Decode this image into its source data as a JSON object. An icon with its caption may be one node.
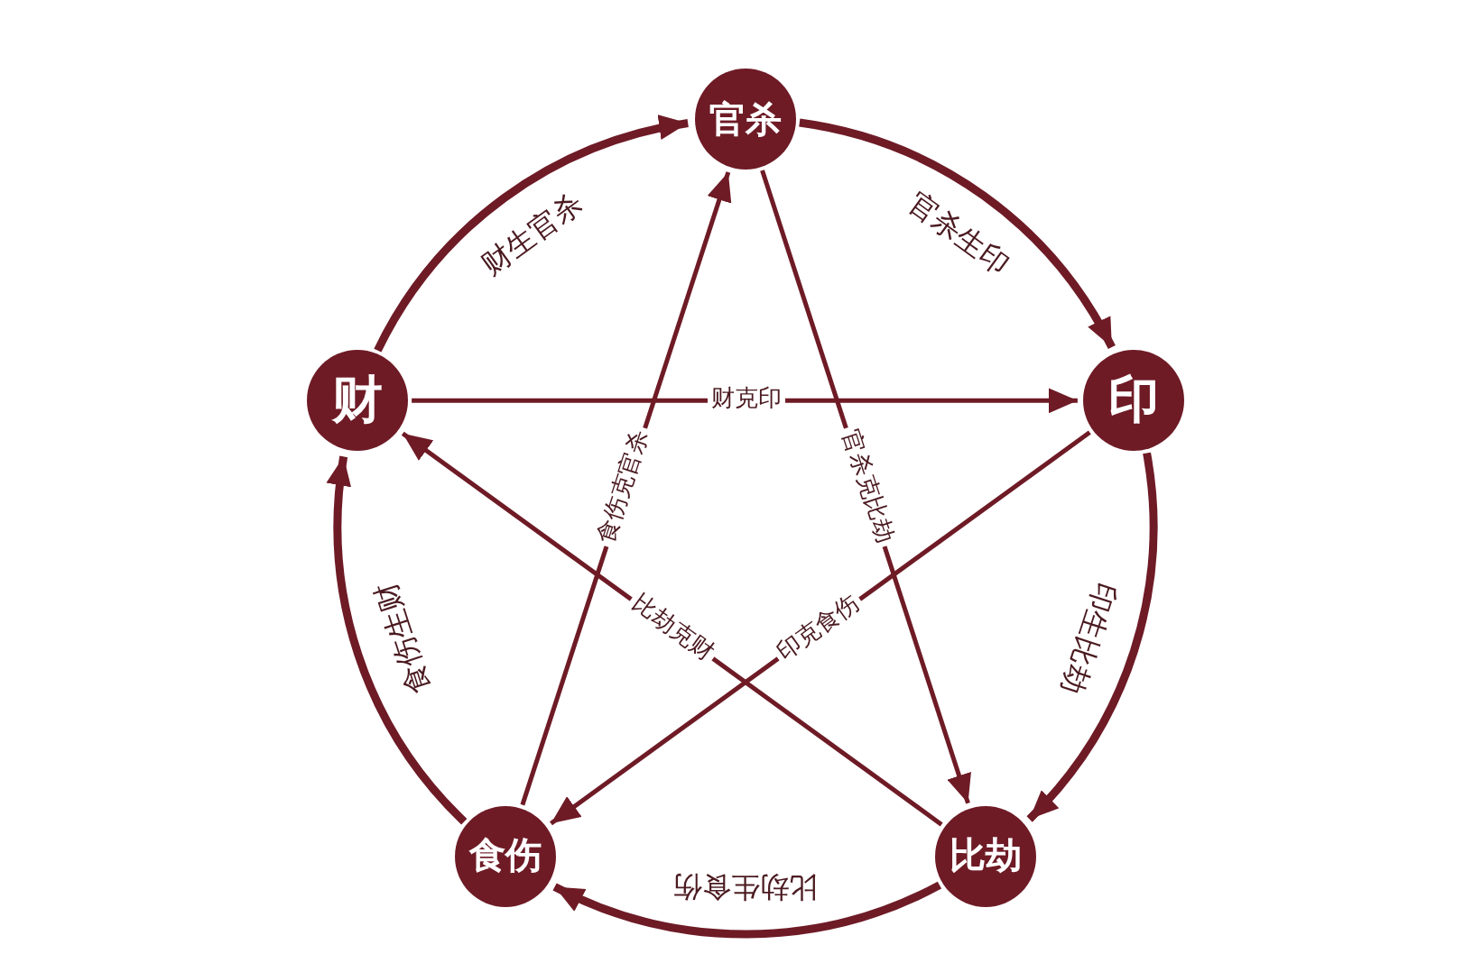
{
  "diagram": {
    "nodes": [
      {
        "text": [
          "官杀"
        ]
      },
      {
        "text": [
          "财"
        ]
      },
      {
        "text": [
          "印"
        ]
      },
      {
        "text": [
          "食伤"
        ]
      },
      {
        "text": [
          "比劫"
        ]
      }
    ],
    "edges": [
      {
        "from": 0,
        "to": 2,
        "arrow": "to",
        "label": "官杀生印",
        "style": "thick"
      },
      {
        "from": 2,
        "to": 4,
        "arrow": "to",
        "label": "印生比劫",
        "style": "thick"
      },
      {
        "from": 4,
        "to": 3,
        "arrow": "to",
        "label": "比劫生食伤",
        "style": "thick"
      },
      {
        "from": 3,
        "to": 1,
        "arrow": "to",
        "label": "食伤生财",
        "style": "thick"
      },
      {
        "from": 1,
        "to": 0,
        "arrow": "to",
        "label": "财生官杀",
        "style": "thick"
      },
      {
        "from": 1,
        "to": 2,
        "arrow": "to",
        "label": "财克印"
      },
      {
        "from": 0,
        "to": 4,
        "arrow": "to",
        "label": "官杀克比劫"
      },
      {
        "from": 2,
        "to": 3,
        "arrow": "to",
        "label": "印克食伤"
      },
      {
        "from": 4,
        "to": 1,
        "arrow": "to",
        "label": "比劫克财"
      },
      {
        "from": 3,
        "to": 0,
        "arrow": "to",
        "label": "食伤克官杀"
      }
    ]
  }
}
